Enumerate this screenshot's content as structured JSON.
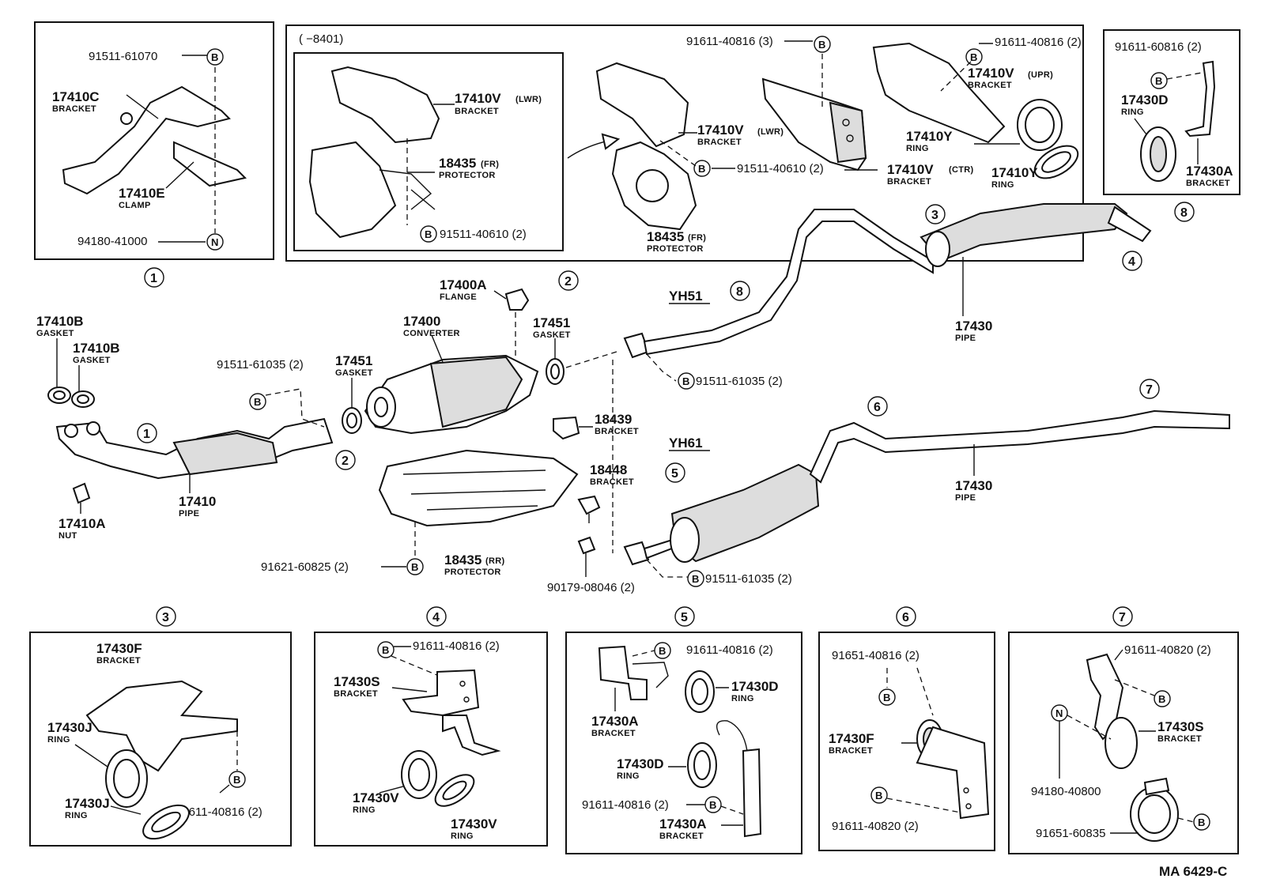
{
  "figure_code": "MA 6429-C",
  "legend_bolt": "B",
  "legend_nut": "N",
  "pipe": {
    "no": "17410",
    "name": "PIPE"
  },
  "pipe_nut": {
    "no": "17410A",
    "name": "NUT"
  },
  "gasket_b1": {
    "no": "17410B",
    "name": "GASKET"
  },
  "gasket_b2": {
    "no": "17410B",
    "name": "GASKET"
  },
  "bolt_91511_61035_a": "91511-61035 (2)",
  "bolt_91511_61035_b": "91511-61035 (2)",
  "bolt_91511_61035_c": "91511-61035 (2)",
  "gasket_451a": {
    "no": "17451",
    "name": "GASKET"
  },
  "gasket_451b": {
    "no": "17451",
    "name": "GASKET"
  },
  "converter": {
    "no": "17400",
    "name": "CONVERTER"
  },
  "flange": {
    "no": "17400A",
    "name": "FLANGE"
  },
  "bracket_439": {
    "no": "18439",
    "name": "BRACKET"
  },
  "bracket_448": {
    "no": "18448",
    "name": "BRACKET"
  },
  "protector_rr": {
    "no": "18435",
    "sub": "(RR)",
    "name": "PROTECTOR"
  },
  "bolt_91621": "91621-60825 (2)",
  "bolt_90179": "90179-08046 (2)",
  "yh51": "YH51",
  "yh61": "YH61",
  "pipe_430a": {
    "no": "17430",
    "name": "PIPE"
  },
  "pipe_430b": {
    "no": "17430",
    "name": "PIPE"
  },
  "box1": {
    "circle": "1",
    "bolt_b": "91511-61070",
    "bracket": {
      "no": "17410C",
      "name": "BRACKET"
    },
    "clamp": {
      "no": "17410E",
      "name": "CLAMP"
    },
    "nut_n": "94180-41000"
  },
  "box2": {
    "circle": "2",
    "range": "( −8401)",
    "inner_bracket": {
      "no": "17410V",
      "sub": "(LWR)",
      "name": "BRACKET"
    },
    "inner_protector": {
      "no": "18435",
      "sub": "(FR)",
      "name": "PROTECTOR"
    },
    "inner_bolt": "91511-40610 (2)",
    "outer_bracket": {
      "no": "17410V",
      "sub": "(LWR)",
      "name": "BRACKET"
    },
    "outer_bolt": "91511-40610 (2)",
    "outer_protector": {
      "no": "18435",
      "sub": "(FR)",
      "name": "PROTECTOR"
    },
    "bolt_top_a": "91611-40816 (3)",
    "bolt_top_b": "91611-40816 (2)",
    "bracket_upr": {
      "no": "17410V",
      "sub": "(UPR)",
      "name": "BRACKET"
    },
    "bracket_ctr": {
      "no": "17410V",
      "sub": "(CTR)",
      "name": "BRACKET"
    },
    "ring_1": {
      "no": "17410Y",
      "name": "RING"
    },
    "ring_2": {
      "no": "17410Y",
      "name": "RING"
    }
  },
  "box8": {
    "circle": "8",
    "bolt_b": "91611-60816 (2)",
    "ring": {
      "no": "17430D",
      "name": "RING"
    },
    "bracket": {
      "no": "17430A",
      "name": "BRACKET"
    }
  },
  "box3": {
    "circle": "3",
    "bracket": {
      "no": "17430F",
      "name": "BRACKET"
    },
    "ring_1": {
      "no": "17430J",
      "name": "RING"
    },
    "ring_2": {
      "no": "17430J",
      "name": "RING"
    },
    "bolt": "91611-40816 (2)"
  },
  "box4": {
    "circle": "4",
    "bolt": "91611-40816 (2)",
    "bracket": {
      "no": "17430S",
      "name": "BRACKET"
    },
    "ring_1": {
      "no": "17430V",
      "name": "RING"
    },
    "ring_2": {
      "no": "17430V",
      "name": "RING"
    }
  },
  "box5": {
    "circle": "5",
    "bolt_1": "91611-40816 (2)",
    "ring_1": {
      "no": "17430D",
      "name": "RING"
    },
    "bracket_1": {
      "no": "17430A",
      "name": "BRACKET"
    },
    "ring_2": {
      "no": "17430D",
      "name": "RING"
    },
    "bolt_2": "91611-40816 (2)",
    "bracket_2": {
      "no": "17430A",
      "name": "BRACKET"
    }
  },
  "box6": {
    "circle": "6",
    "bolt_1": "91651-40816 (2)",
    "bracket": {
      "no": "17430F",
      "name": "BRACKET"
    },
    "bolt_2": "91611-40820 (2)"
  },
  "box7": {
    "circle": "7",
    "bolt_1": "91611-40820 (2)",
    "bracket": {
      "no": "17430S",
      "name": "BRACKET"
    },
    "nut": "94180-40800",
    "bolt_2": "91651-60835"
  },
  "callouts": {
    "c1a": "1",
    "c2a": "2",
    "c3a": "3",
    "c4a": "4",
    "c5a": "5",
    "c6a": "6",
    "c7a": "7",
    "c8a": "8"
  }
}
